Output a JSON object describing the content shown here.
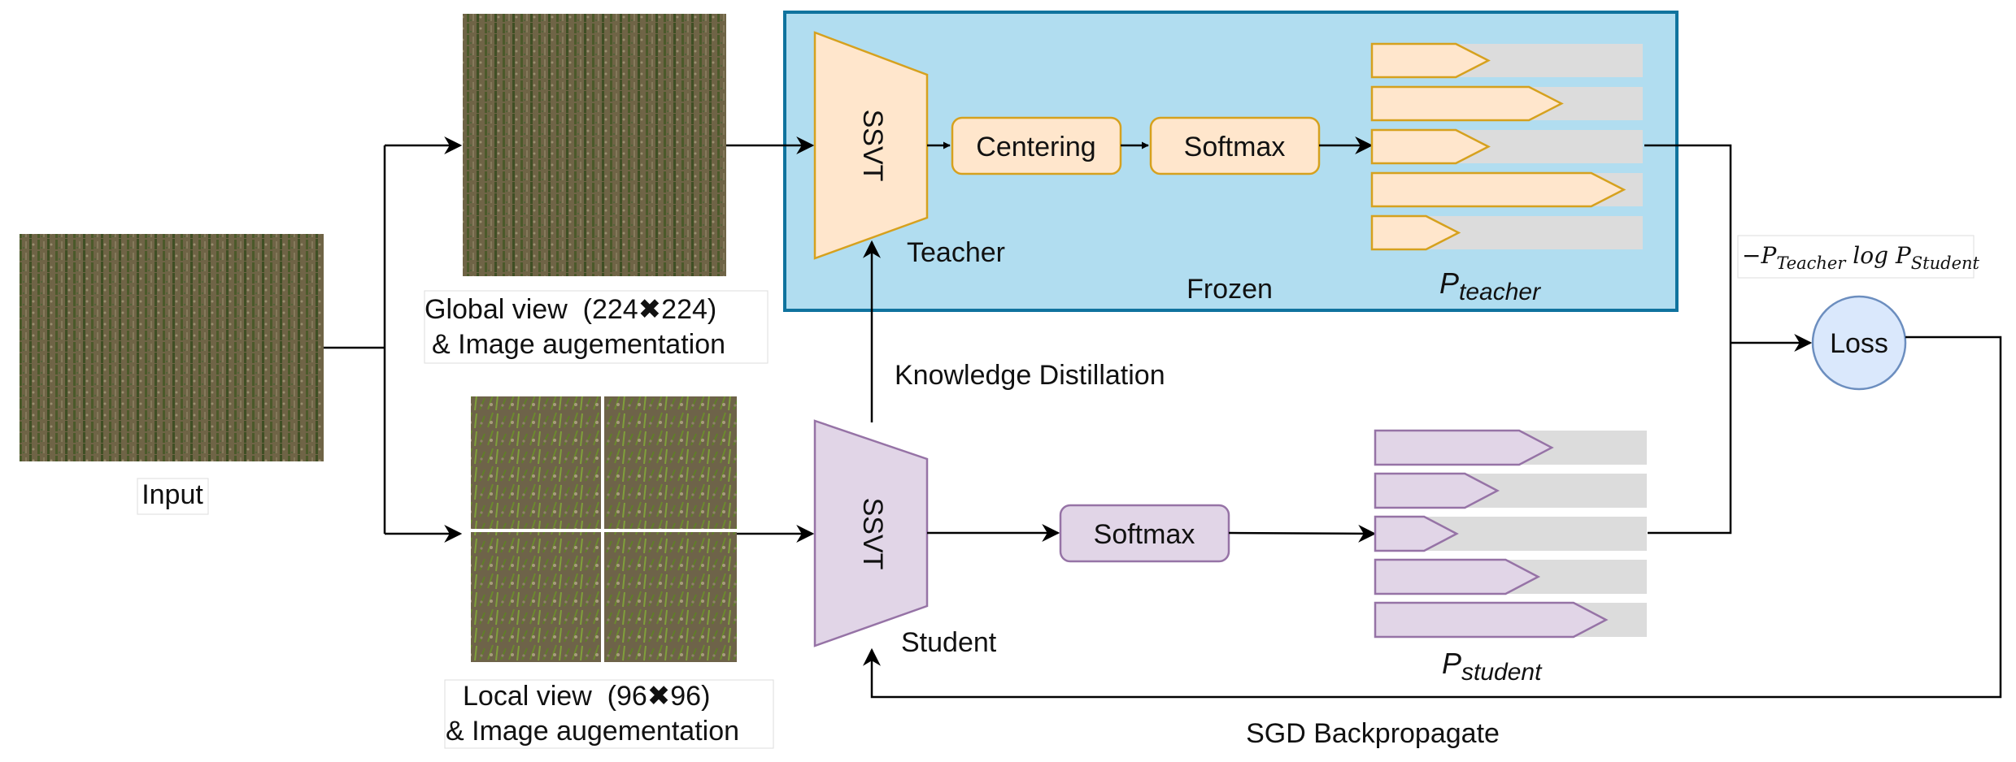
{
  "labels": {
    "input": "Input",
    "global_view_line1": "Global view  (224✖224)",
    "global_view_line2": "& Image augementation",
    "local_view_line1": "Local view  (96✖96)",
    "local_view_line2": "& Image augementation",
    "teacher_encoder": "SSVT",
    "student_encoder": "SSVT",
    "teacher": "Teacher",
    "student": "Student",
    "centering": "Centering",
    "teacher_softmax": "Softmax",
    "student_softmax": "Softmax",
    "frozen": "Frozen",
    "p_teacher_main": "P",
    "p_teacher_sub": "teacher",
    "p_student_main": "P",
    "p_student_sub": "student",
    "knowledge_distillation": "Knowledge Distillation",
    "sgd_backpropagate": "SGD Backpropagate",
    "loss": "Loss",
    "loss_formula": {
      "minus_p": "−P",
      "teacher_sub": "Teacher",
      "log": " log P",
      "student_sub": "Student"
    }
  },
  "distributions": {
    "teacher": [
      0.43,
      0.7,
      0.43,
      0.93,
      0.32
    ],
    "student": [
      0.65,
      0.45,
      0.3,
      0.6,
      0.85
    ]
  },
  "colors": {
    "teacher_fill": "#FFE6CC",
    "teacher_stroke": "#D6A11E",
    "student_fill": "#E1D5E7",
    "student_stroke": "#9673A6",
    "frozen_panel": "#B1DDF0",
    "frozen_border": "#10739E",
    "loss_fill": "#DAE8FC",
    "loss_stroke": "#6C8EBF",
    "bar_track": "#DCDCDC"
  }
}
